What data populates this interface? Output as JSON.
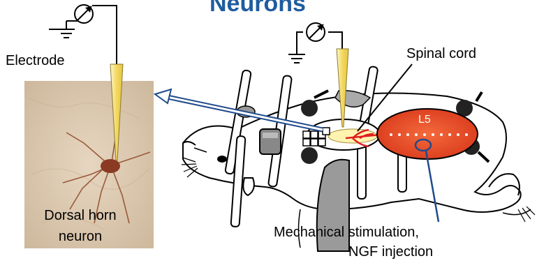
{
  "title": "Neurons",
  "labels": {
    "electrode": "Electrode",
    "spinal_cord": "Spinal cord",
    "neuron_line1": "Dorsal horn",
    "neuron_line2": "neuron",
    "mechanical_stimulation": "Mechanical stimulation,",
    "ngf_injection": "NGF injection",
    "segment": "L5"
  },
  "colors": {
    "title": "#1f5c9e",
    "arrow": "#1f4a8c",
    "paw_region": "#e8502a",
    "spinal_cord": "#fff3b0",
    "electrode_tip": "#f2d860"
  },
  "icons": [
    "ground-symbol-icon",
    "amplifier-meter-icon"
  ]
}
